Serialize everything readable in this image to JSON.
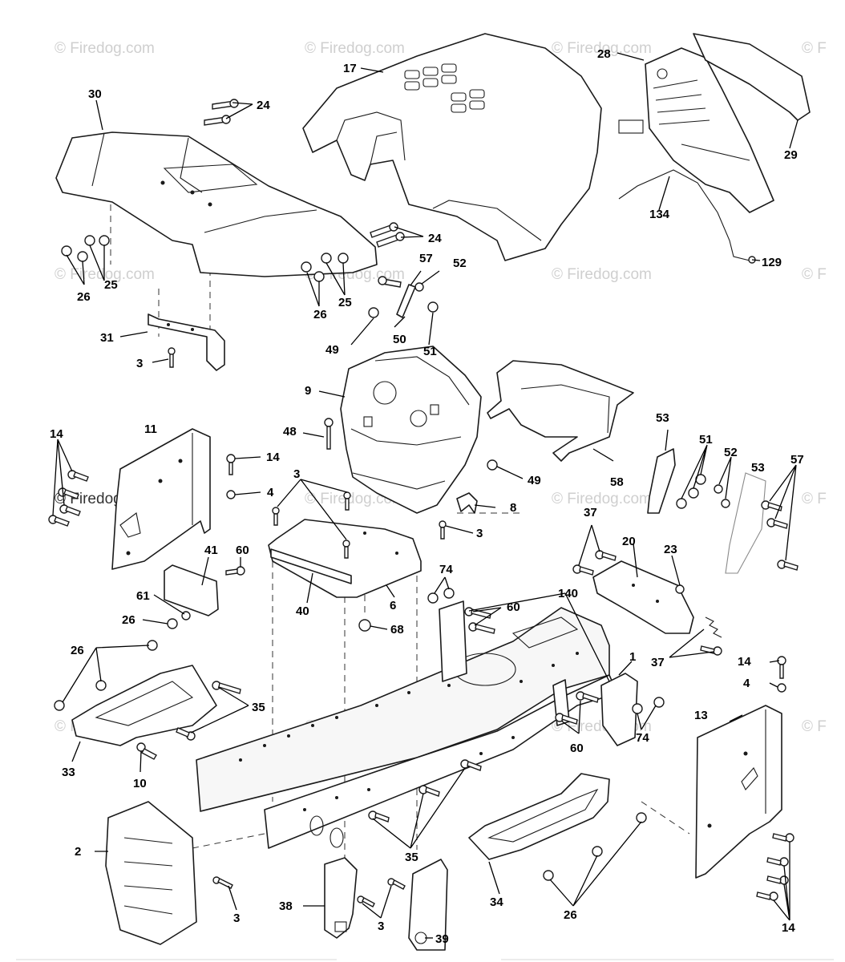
{
  "watermarks": {
    "faint": "© Firedog.com",
    "faint_edge": "© F",
    "dark": "© Firedog.com"
  },
  "callouts": {
    "c1": "1",
    "c2": "2",
    "c3a": "3",
    "c3b": "3",
    "c3c": "3",
    "c3d": "3",
    "c3e": "3",
    "c4a": "4",
    "c4b": "4",
    "c6": "6",
    "c8": "8",
    "c9": "9",
    "c10": "10",
    "c11": "11",
    "c13": "13",
    "c14a": "14",
    "c14b": "14",
    "c14c": "14",
    "c14d": "14",
    "c17": "17",
    "c20": "20",
    "c23": "23",
    "c24a": "24",
    "c24b": "24",
    "c25a": "25",
    "c25b": "25",
    "c26a": "26",
    "c26b": "26",
    "c26c": "26",
    "c26d": "26",
    "c26e": "26",
    "c28": "28",
    "c29": "29",
    "c30": "30",
    "c31": "31",
    "c33": "33",
    "c34": "34",
    "c35a": "35",
    "c35b": "35",
    "c37a": "37",
    "c37b": "37",
    "c38": "38",
    "c39": "39",
    "c40": "40",
    "c41": "41",
    "c48": "48",
    "c49a": "49",
    "c49b": "49",
    "c50": "50",
    "c51a": "51",
    "c51b": "51",
    "c52a": "52",
    "c52b": "52",
    "c53a": "53",
    "c53b": "53",
    "c57a": "57",
    "c57b": "57",
    "c58": "58",
    "c60a": "60",
    "c60b": "60",
    "c60c": "60",
    "c61": "61",
    "c68": "68",
    "c74a": "74",
    "c74b": "74",
    "c129": "129",
    "c134": "134",
    "c140": "140"
  }
}
